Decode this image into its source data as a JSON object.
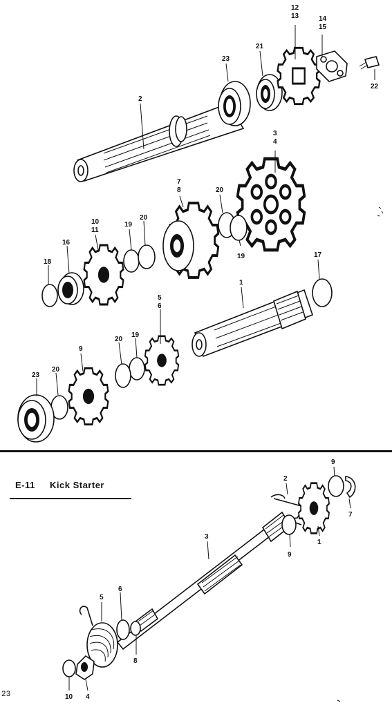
{
  "section": {
    "code": "E-11",
    "name": "Kick Starter"
  },
  "page_number": "23",
  "callouts_upper": [
    {
      "id": "u-12-13",
      "text": [
        "12",
        "13"
      ]
    },
    {
      "id": "u-14-15",
      "text": [
        "14",
        "15"
      ]
    },
    {
      "id": "u-21",
      "text": [
        "21"
      ]
    },
    {
      "id": "u-23-top",
      "text": [
        "23"
      ]
    },
    {
      "id": "u-22",
      "text": [
        "22"
      ]
    },
    {
      "id": "u-2",
      "text": [
        "2"
      ]
    },
    {
      "id": "u-3-4",
      "text": [
        "3",
        "4"
      ]
    },
    {
      "id": "u-7-8",
      "text": [
        "7",
        "8"
      ]
    },
    {
      "id": "u-20-mid",
      "text": [
        "20"
      ]
    },
    {
      "id": "u-10-11",
      "text": [
        "10",
        "11"
      ]
    },
    {
      "id": "u-19-a",
      "text": [
        "19"
      ]
    },
    {
      "id": "u-20-a",
      "text": [
        "20"
      ]
    },
    {
      "id": "u-19-b",
      "text": [
        "19"
      ]
    },
    {
      "id": "u-16",
      "text": [
        "16"
      ]
    },
    {
      "id": "u-18",
      "text": [
        "18"
      ]
    },
    {
      "id": "u-17",
      "text": [
        "17"
      ]
    },
    {
      "id": "u-1",
      "text": [
        "1"
      ]
    },
    {
      "id": "u-5-6",
      "text": [
        "5",
        "6"
      ]
    },
    {
      "id": "u-20-b",
      "text": [
        "20"
      ]
    },
    {
      "id": "u-19-c",
      "text": [
        "19"
      ]
    },
    {
      "id": "u-9",
      "text": [
        "9"
      ]
    },
    {
      "id": "u-23-bot",
      "text": [
        "23"
      ]
    },
    {
      "id": "u-20-c",
      "text": [
        "20"
      ]
    }
  ],
  "callouts_lower": [
    {
      "id": "l-9-top",
      "text": [
        "9"
      ]
    },
    {
      "id": "l-2",
      "text": [
        "2"
      ]
    },
    {
      "id": "l-7",
      "text": [
        "7"
      ]
    },
    {
      "id": "l-1",
      "text": [
        "1"
      ]
    },
    {
      "id": "l-9-mid",
      "text": [
        "9"
      ]
    },
    {
      "id": "l-3",
      "text": [
        "3"
      ]
    },
    {
      "id": "l-5",
      "text": [
        "5"
      ]
    },
    {
      "id": "l-6",
      "text": [
        "6"
      ]
    },
    {
      "id": "l-8",
      "text": [
        "8"
      ]
    },
    {
      "id": "l-10",
      "text": [
        "10"
      ]
    },
    {
      "id": "l-4",
      "text": [
        "4"
      ]
    }
  ]
}
